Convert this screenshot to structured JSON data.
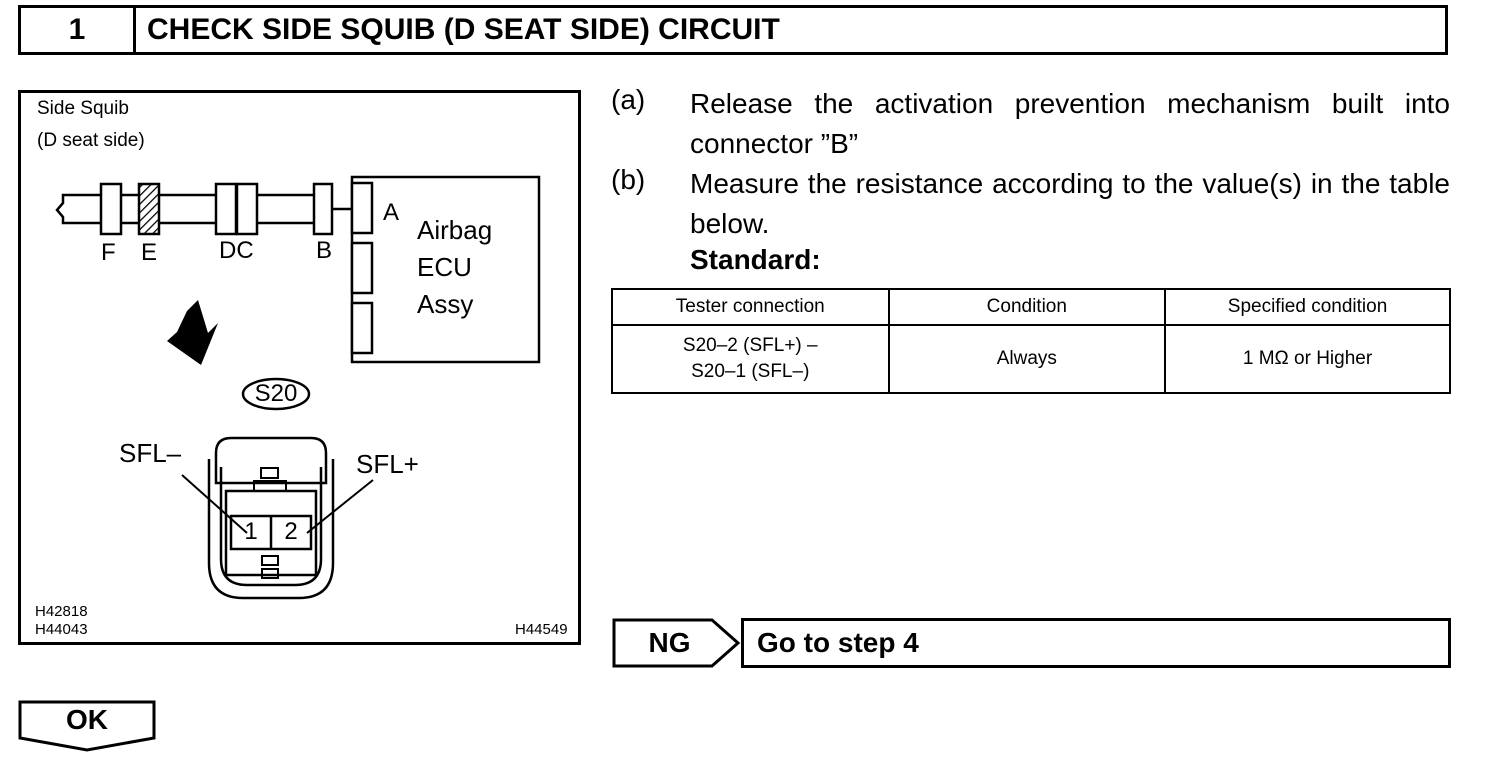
{
  "header": {
    "step_number": "1",
    "title": "CHECK SIDE SQUIB (D SEAT SIDE) CIRCUIT"
  },
  "figure": {
    "label_line1": "Side Squib",
    "label_line2": "(D seat side)",
    "connectors": {
      "F": "F",
      "E": "E",
      "DC": "DC",
      "B": "B",
      "A": "A"
    },
    "ecu_line1": "Airbag",
    "ecu_line2": "ECU",
    "ecu_line3": "Assy",
    "connector_id": "S20",
    "pin_minus_label": "SFL–",
    "pin_plus_label": "SFL+",
    "pin1": "1",
    "pin2": "2",
    "code1": "H42818",
    "code2": "H44043",
    "code3": "H44549"
  },
  "instructions": [
    {
      "label": "(a)",
      "text": "Release the activation prevention mechanism built into connector ”B”"
    },
    {
      "label": "(b)",
      "text": "Measure the resistance according to the value(s) in the table below."
    }
  ],
  "standard_label": "Standard:",
  "table": {
    "headers": [
      "Tester connection",
      "Condition",
      "Specified condition"
    ],
    "rows": [
      {
        "tester_line1": "S20–2 (SFL+) –",
        "tester_line2": "S20–1 (SFL–)",
        "condition": "Always",
        "specified": "1 MΩ or Higher"
      }
    ]
  },
  "ng": {
    "label": "NG",
    "action": "Go to step 4"
  },
  "ok": {
    "label": "OK"
  }
}
